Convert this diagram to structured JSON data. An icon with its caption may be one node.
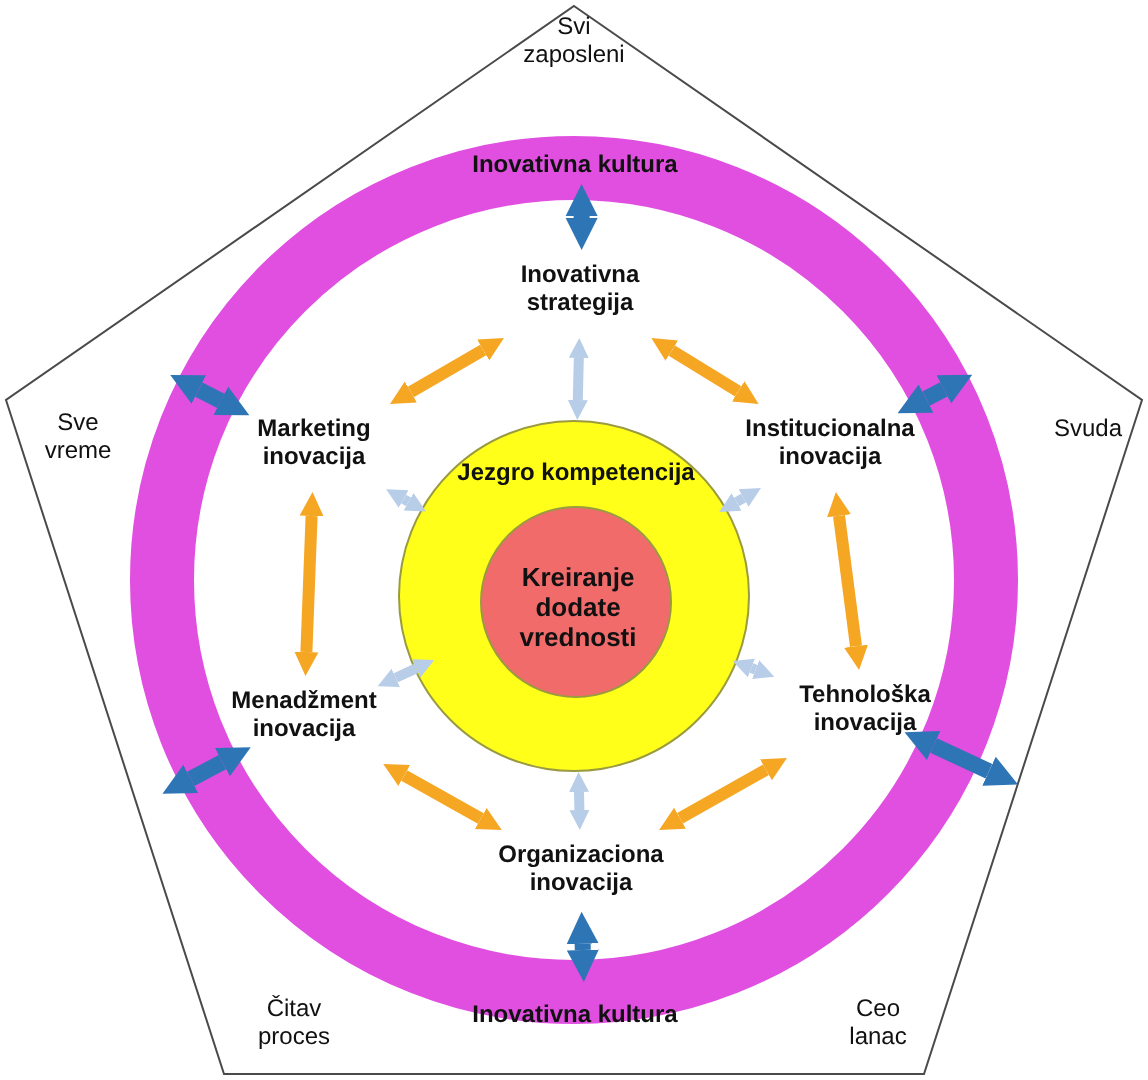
{
  "diagram": {
    "nodes": [
      {
        "text": [
          "Svi zaposleni",
          "Sve vreme",
          "Svuda",
          "Čitav proces",
          "Ceo lanac"
        ]
      },
      {
        "text": [
          "Inovativna kultura",
          "Inovativna kultura"
        ],
        "in": 0
      },
      {
        "text": [
          "Inovativna strategija"
        ],
        "in": 1
      },
      {
        "text": [
          "Marketing inovacija"
        ],
        "in": 1
      },
      {
        "text": [
          "Institucionalna inovacija"
        ],
        "in": 1
      },
      {
        "text": [
          "Jezgro kompetencija"
        ],
        "in": 1
      },
      {
        "text": [
          "Kreiranje dodate vrednosti"
        ],
        "in": 5
      },
      {
        "text": [
          "Menadžment inovacija"
        ],
        "in": 1
      },
      {
        "text": [
          "Tehnološka inovacija"
        ],
        "in": 1
      },
      {
        "text": [
          "Organizaciona inovacija"
        ],
        "in": 1
      }
    ],
    "edges": [
      {
        "from": 1,
        "to": 2,
        "arrow": "both",
        "color": "#2e75b6"
      },
      {
        "from": 1,
        "to": 4,
        "arrow": "both",
        "color": "#2e75b6"
      },
      {
        "from": 1,
        "to": 8,
        "arrow": "both",
        "color": "#2e75b6"
      },
      {
        "from": 1,
        "to": 9,
        "arrow": "both",
        "color": "#2e75b6"
      },
      {
        "from": 1,
        "to": 7,
        "arrow": "both",
        "color": "#2e75b6"
      },
      {
        "from": 1,
        "to": 3,
        "arrow": "both",
        "color": "#2e75b6"
      },
      {
        "from": 2,
        "to": 4,
        "arrow": "both",
        "color": "#f5a623"
      },
      {
        "from": 4,
        "to": 8,
        "arrow": "both",
        "color": "#f5a623"
      },
      {
        "from": 8,
        "to": 9,
        "arrow": "both",
        "color": "#f5a623"
      },
      {
        "from": 9,
        "to": 7,
        "arrow": "both",
        "color": "#f5a623"
      },
      {
        "from": 7,
        "to": 3,
        "arrow": "both",
        "color": "#f5a623"
      },
      {
        "from": 3,
        "to": 2,
        "arrow": "both",
        "color": "#f5a623"
      },
      {
        "from": 2,
        "to": 5,
        "arrow": "both",
        "color": "#b7cde8"
      },
      {
        "from": 4,
        "to": 5,
        "arrow": "both",
        "color": "#b7cde8"
      },
      {
        "from": 8,
        "to": 5,
        "arrow": "both",
        "color": "#b7cde8"
      },
      {
        "from": 9,
        "to": 5,
        "arrow": "both",
        "color": "#b7cde8"
      },
      {
        "from": 7,
        "to": 5,
        "arrow": "both",
        "color": "#b7cde8"
      },
      {
        "from": 3,
        "to": 5,
        "arrow": "both",
        "color": "#b7cde8"
      }
    ]
  }
}
